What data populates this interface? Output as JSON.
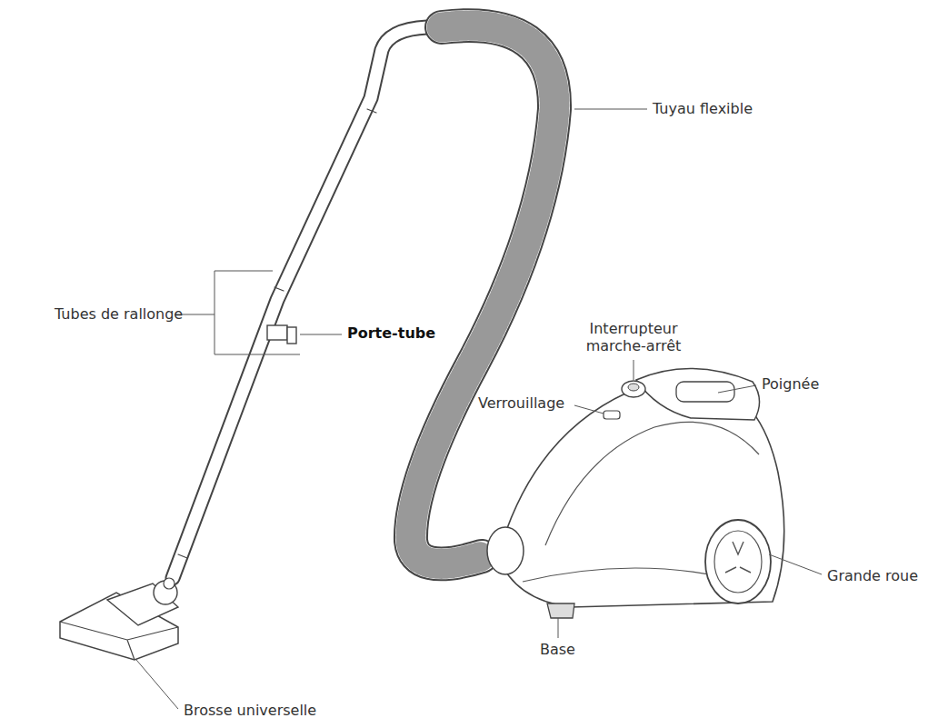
{
  "diagram": {
    "labels": [
      "Tuyau flexible",
      "Tubes de rallonge",
      "Porte-tube",
      "Interrupteur marche-arrêt",
      "Poignée",
      "Verrouillage",
      "Grande roue",
      "Base",
      "Brosse universelle"
    ]
  }
}
